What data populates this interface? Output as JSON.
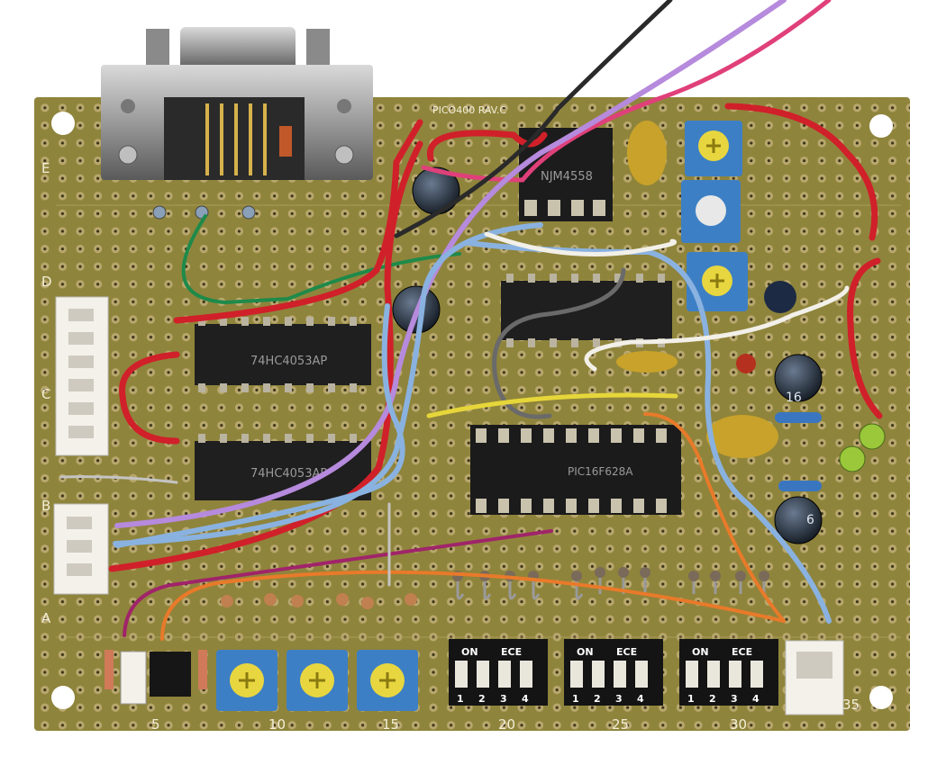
{
  "board": {
    "version_label": "PICO400 RAV.C",
    "row_labels": [
      "E",
      "D",
      "C",
      "B",
      "A"
    ],
    "column_numbers": [
      "5",
      "10",
      "15",
      "20",
      "25",
      "30",
      "35"
    ]
  },
  "chips": {
    "top_dip8": "NJM4558",
    "upper_left": "74HC4053AP",
    "lower_left": "74HC4053AP",
    "lower_center": "PIC16F628A"
  },
  "dip_switches": {
    "on_label": "ON",
    "brand_label": "ECE",
    "positions": [
      "1",
      "2",
      "3",
      "4"
    ]
  },
  "capacitor_marks": {
    "mid_right": "16",
    "low_right": "6"
  },
  "colors": {
    "pcb": "#8f843c",
    "pad": "#b8a870",
    "trim_pot": "#3d7fc4",
    "trim_wiper": "#e8d640",
    "chip": "#1e1e1e",
    "dip_switch": "#141414"
  }
}
